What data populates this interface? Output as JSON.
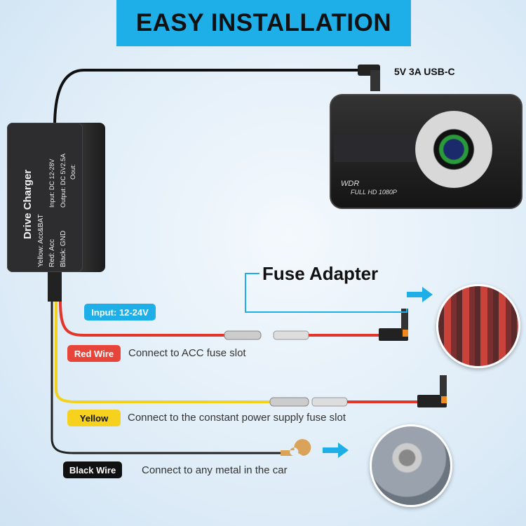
{
  "title": "EASY INSTALLATION",
  "usb_label": "5V 3A USB-C",
  "charger": {
    "name": "Drive Charger",
    "yellow": "Yellow: Acc&BAT",
    "red": "Red: Acc",
    "black": "Black: GND",
    "input": "Input: DC 12-28V",
    "output": "Output: DC 5V2.5A",
    "out": "Oout:"
  },
  "camera": {
    "wdr": "WDR",
    "resolution": "FULL  HD  1080P"
  },
  "fuse_adapter": "Fuse Adapter",
  "input_label": "Input: 12-24V",
  "wires": [
    {
      "label": "Red Wire",
      "desc": "Connect to  ACC fuse slot",
      "color": "#e8453a"
    },
    {
      "label": "Yellow",
      "desc": "Connect to the constant power supply  fuse slot",
      "color": "#f6d21e"
    },
    {
      "label": "Black Wire",
      "desc": "Connect to any metal in the car",
      "color": "#111111"
    }
  ],
  "accent": "#1eaee8"
}
